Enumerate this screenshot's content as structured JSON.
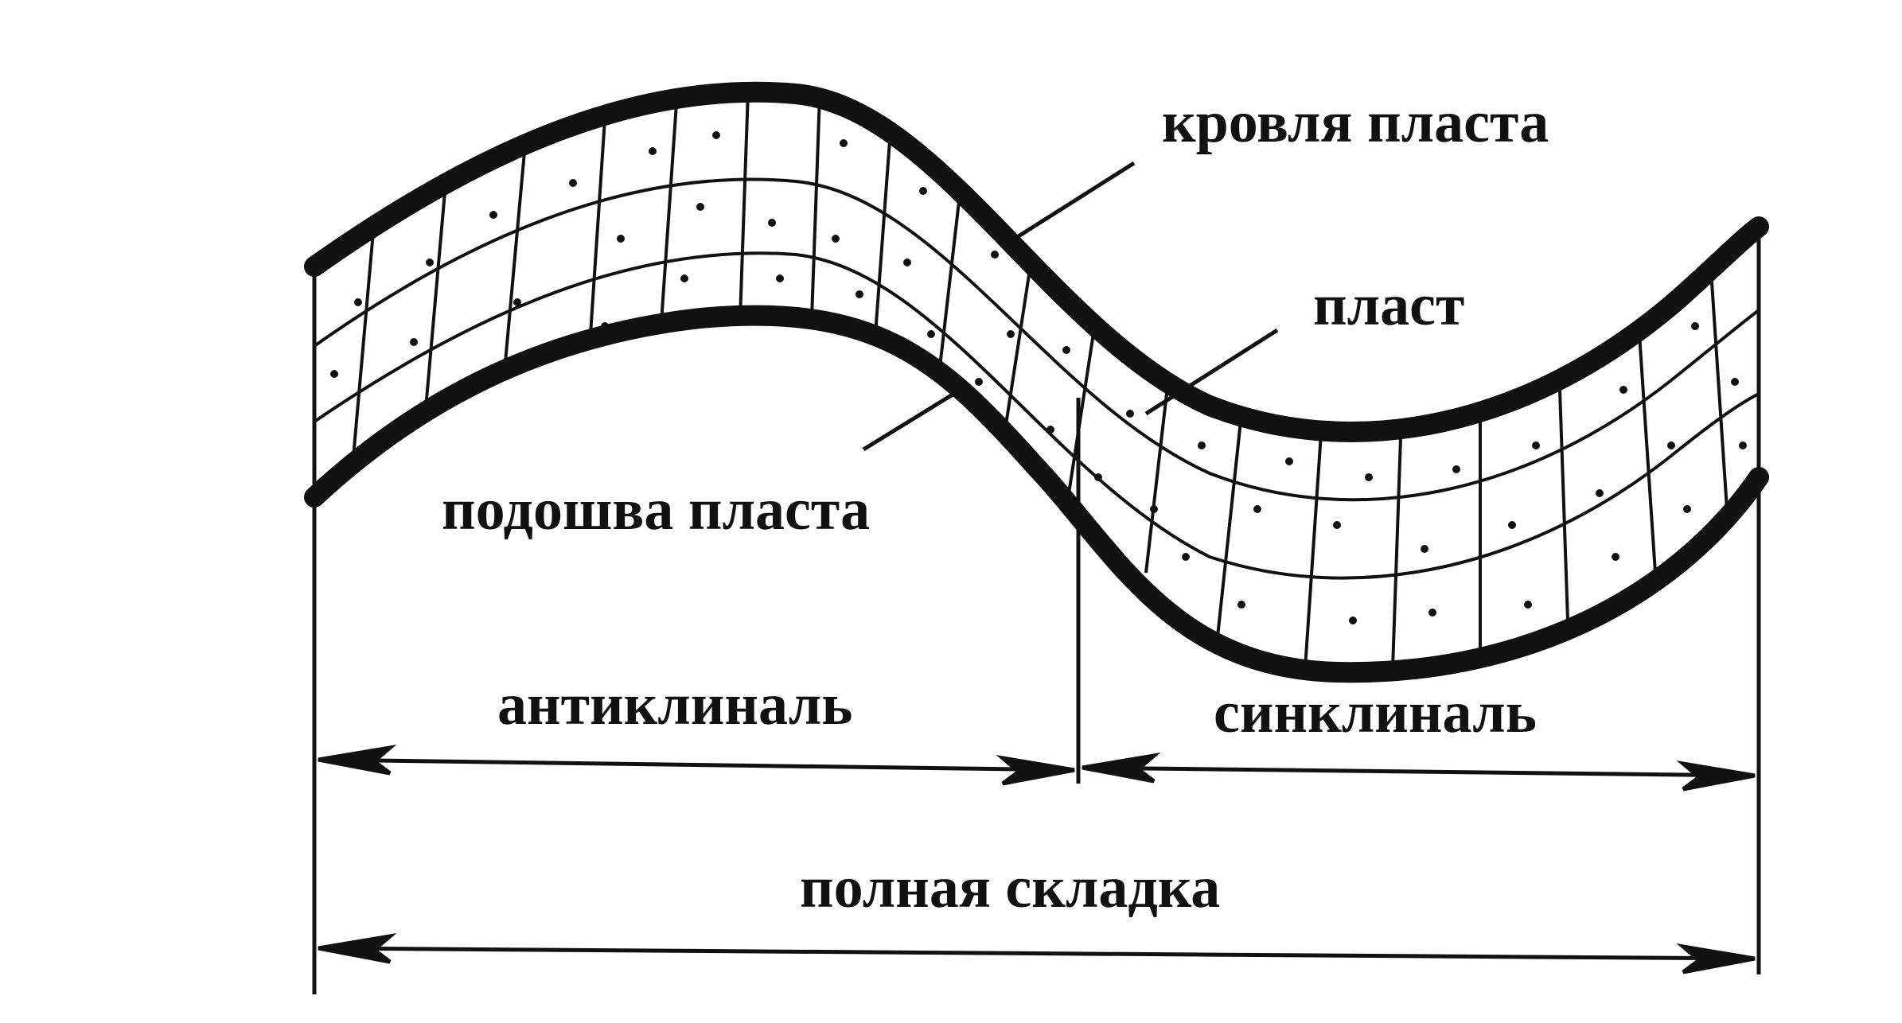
{
  "labels": {
    "roof": "кровля пласта",
    "layer": "пласт",
    "sole": "подошва пласта",
    "anticline": "антиклиналь",
    "syncline": "синклиналь",
    "full_fold": "полная складка"
  },
  "colors": {
    "ink": "#111111",
    "paper": "#ffffff"
  }
}
